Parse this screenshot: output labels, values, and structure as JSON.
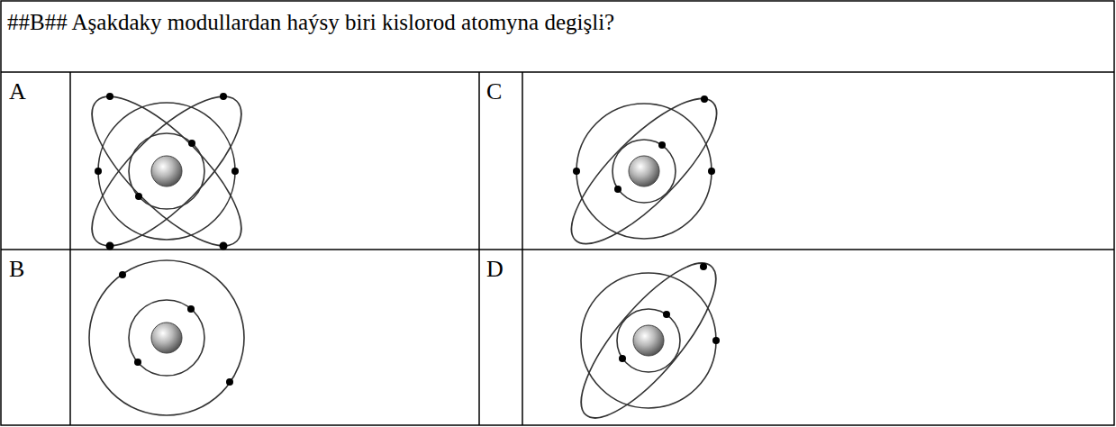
{
  "diagram": {
    "labels": [
      "##B## Aşakdaky modullardan haýsy biri kislorod atomyna degişli?",
      "A",
      "C",
      "B",
      "D"
    ]
  }
}
